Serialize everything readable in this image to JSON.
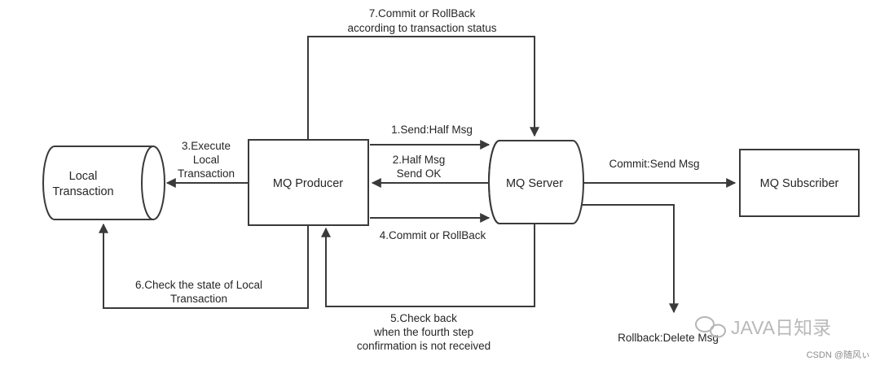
{
  "nodes": {
    "local_transaction": [
      "Local",
      "Transaction"
    ],
    "mq_producer": "MQ Producer",
    "mq_server": "MQ Server",
    "mq_subscriber": "MQ Subscriber"
  },
  "edges": {
    "step1": [
      "1.Send:Half Msg"
    ],
    "step2": [
      "2.Half Msg",
      "Send OK"
    ],
    "step3": [
      "3.Execute",
      "Local",
      "Transaction"
    ],
    "step4": [
      "4.Commit or RollBack"
    ],
    "step5": [
      "5.Check back",
      "when the fourth step",
      "confirmation is not received"
    ],
    "step6": [
      "6.Check the state of Local",
      "Transaction"
    ],
    "step7": [
      "7.Commit or RollBack",
      "according to transaction status"
    ],
    "commit": [
      "Commit:Send Msg"
    ],
    "rollback": [
      "Rollback:Delete Msg"
    ]
  },
  "watermark": {
    "brand": "JAVA日知录",
    "source": "CSDN @随风ぃ"
  },
  "colors": {
    "line": "#3a3a3a",
    "text": "#262626",
    "watermark": "#b9b9b9"
  }
}
